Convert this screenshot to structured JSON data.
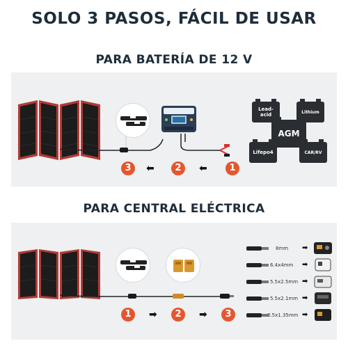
{
  "main_title": "SOLO 3 PASOS, FÁCIL DE USAR",
  "battery_section": {
    "title": "PARA BATERÍA DE 12 V",
    "steps": [
      "3",
      "2",
      "1"
    ],
    "batteries": [
      {
        "label": "Lead-\nacid"
      },
      {
        "label": "Lithium"
      },
      {
        "label": "AGM"
      },
      {
        "label": "Lifepo4"
      },
      {
        "label": "CAR/RV"
      }
    ]
  },
  "station_section": {
    "title": "PARA CENTRAL ELÉCTRICA",
    "steps": [
      "1",
      "2",
      "3"
    ],
    "connectors": [
      {
        "label": "8mm"
      },
      {
        "label": "6.4x4mm"
      },
      {
        "label": "5.5x2.5mm"
      },
      {
        "label": "5.5x2.1mm"
      },
      {
        "label": "3.5x1.35mm"
      }
    ]
  },
  "colors": {
    "accent": "#e4572e",
    "title": "#1f2d3a",
    "panel_bg": "#eef0f2",
    "solar_frame": "#b33a36",
    "solar_cell": "#1c1c1c"
  },
  "icons": [
    "solar-panel-icon",
    "charge-controller-icon",
    "battery-icon",
    "power-station-icon",
    "dc-plug-icon",
    "arrow-left-icon",
    "arrow-right-icon"
  ]
}
